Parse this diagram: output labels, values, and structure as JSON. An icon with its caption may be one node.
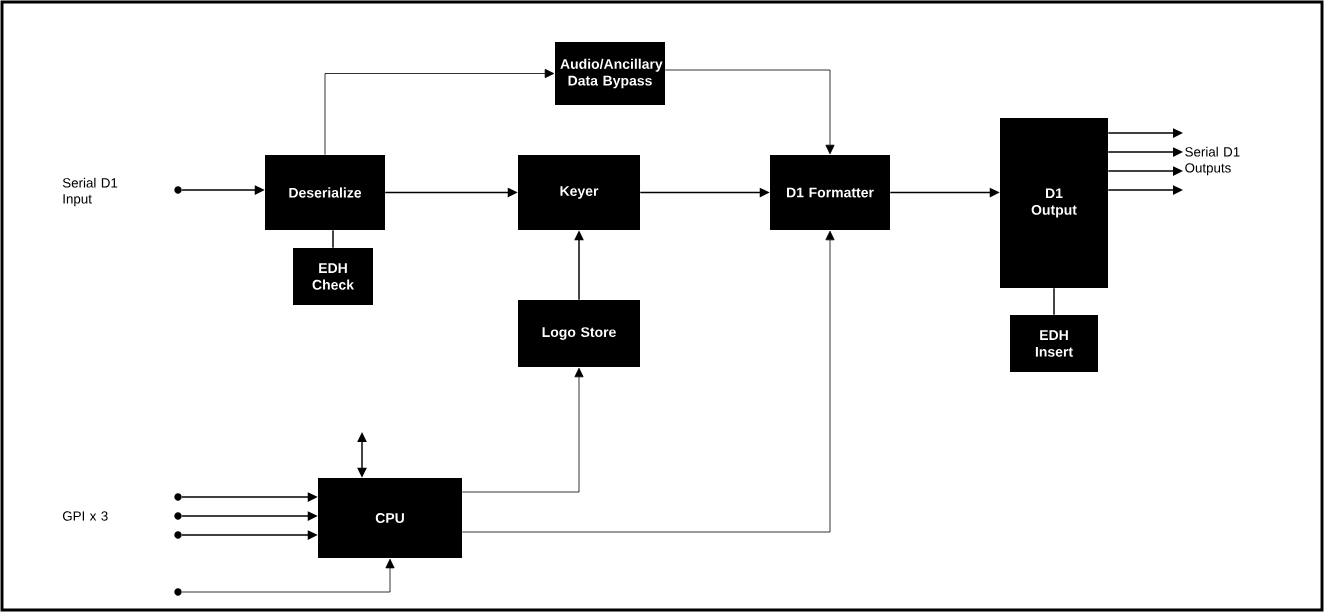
{
  "diagram": {
    "nodes": [
      {
        "text": [
          "Audio/Ancillary Data Bypass"
        ]
      },
      {
        "text": [
          "Deserialize"
        ]
      },
      {
        "text": [
          "EDH Check"
        ]
      },
      {
        "text": [
          "Keyer"
        ]
      },
      {
        "text": [
          "Logo Store"
        ]
      },
      {
        "text": [
          "D1 Formatter"
        ]
      },
      {
        "text": [
          "D1 Output"
        ]
      },
      {
        "text": [
          "EDH Insert"
        ]
      },
      {
        "text": [
          "CPU"
        ]
      },
      {
        "text": [],
        "shape": "circle"
      },
      {
        "text": [],
        "shape": "circle"
      },
      {
        "text": [],
        "shape": "circle"
      },
      {
        "text": [],
        "shape": "circle"
      },
      {
        "text": [],
        "shape": "circle"
      },
      {
        "text": [
          "Serial D1 Outputs"
        ]
      }
    ],
    "edges": [
      {
        "from": 9,
        "to": 1,
        "arrow": "to"
      },
      {
        "from": 1,
        "to": 0,
        "arrow": "to"
      },
      {
        "from": 1,
        "to": 3,
        "arrow": "to"
      },
      {
        "from": 2,
        "to": 1,
        "arrow": "none"
      },
      {
        "from": 0,
        "to": 5,
        "arrow": "to"
      },
      {
        "from": 3,
        "to": 5,
        "arrow": "to"
      },
      {
        "from": 4,
        "to": 3,
        "arrow": "to"
      },
      {
        "from": 5,
        "to": 6,
        "arrow": "to"
      },
      {
        "from": 6,
        "to": 14,
        "arrow": "to"
      },
      {
        "from": 6,
        "to": 14,
        "arrow": "to"
      },
      {
        "from": 6,
        "to": 14,
        "arrow": "to"
      },
      {
        "from": 6,
        "to": 14,
        "arrow": "to"
      },
      {
        "from": 7,
        "to": 6,
        "arrow": "none"
      },
      {
        "from": 10,
        "to": 8,
        "arrow": "to"
      },
      {
        "from": 11,
        "to": 8,
        "arrow": "to"
      },
      {
        "from": 12,
        "to": 8,
        "arrow": "to"
      },
      {
        "from": 13,
        "to": 8,
        "arrow": "to"
      },
      {
        "from": 8,
        "to": 4,
        "arrow": "to"
      },
      {
        "from": 8,
        "to": 5,
        "arrow": "to"
      },
      {
        "from": null,
        "to": 8,
        "arrow": "both"
      }
    ],
    "labels": [
      "Serial D1 Input",
      "GPI x 3"
    ]
  }
}
